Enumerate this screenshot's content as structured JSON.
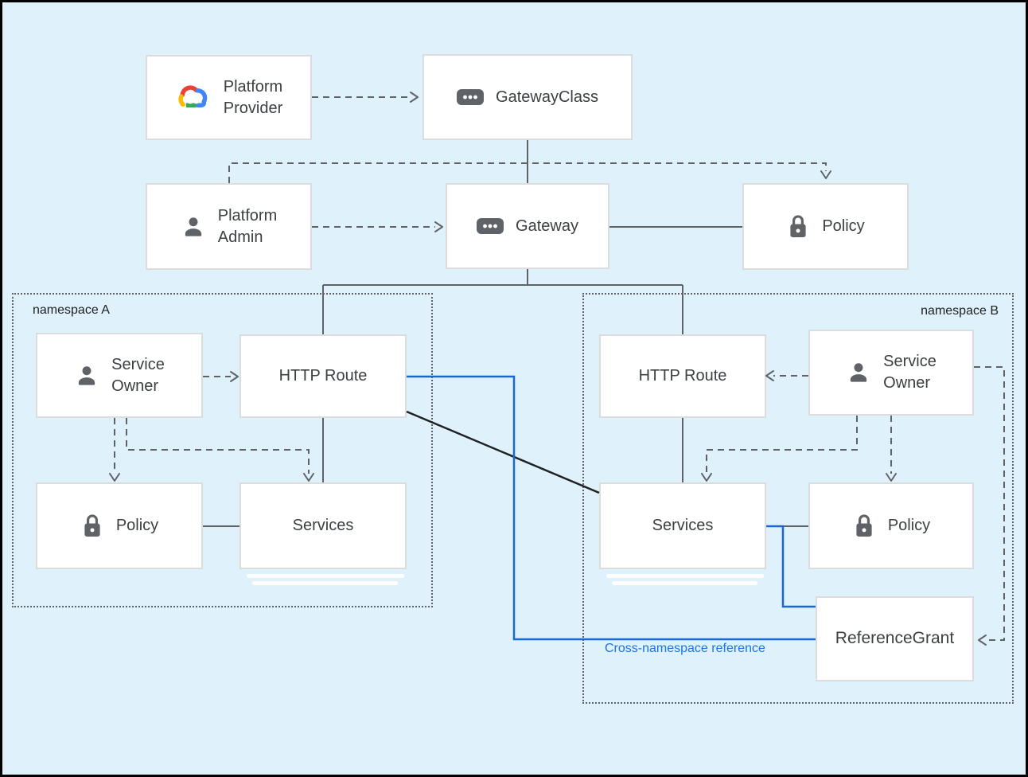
{
  "colors": {
    "background": "#dff2fc",
    "node_border": "#dcdcdc",
    "connector_gray": "#5f6368",
    "icon_gray": "#5f6368",
    "blue_line": "#1967d2",
    "blue_text": "#1a73e8",
    "black_line": "#202124",
    "gcp_logo": [
      "#ea4335",
      "#4285f4",
      "#fbbc04",
      "#34a853"
    ]
  },
  "namespace_a": {
    "label": "namespace A"
  },
  "namespace_b": {
    "label": "namespace B"
  },
  "nodes": {
    "platform_provider": {
      "label": "Platform\nProvider",
      "icon": "google-cloud-logo"
    },
    "gateway_class": {
      "label": "GatewayClass",
      "icon": "resource-icon"
    },
    "platform_admin": {
      "label": "Platform\nAdmin",
      "icon": "person-icon"
    },
    "gateway": {
      "label": "Gateway",
      "icon": "resource-icon"
    },
    "policy_top": {
      "label": "Policy",
      "icon": "lock-icon"
    },
    "service_owner_a": {
      "label": "Service\nOwner",
      "icon": "person-icon"
    },
    "http_route_a": {
      "label": "HTTP Route"
    },
    "policy_a": {
      "label": "Policy",
      "icon": "lock-icon"
    },
    "services_a": {
      "label": "Services"
    },
    "http_route_b": {
      "label": "HTTP Route"
    },
    "service_owner_b": {
      "label": "Service\nOwner",
      "icon": "person-icon"
    },
    "services_b": {
      "label": "Services"
    },
    "policy_b": {
      "label": "Policy",
      "icon": "lock-icon"
    },
    "reference_grant": {
      "label": "ReferenceGrant"
    }
  },
  "annotations": {
    "cross_namespace_reference": "Cross-namespace reference"
  }
}
